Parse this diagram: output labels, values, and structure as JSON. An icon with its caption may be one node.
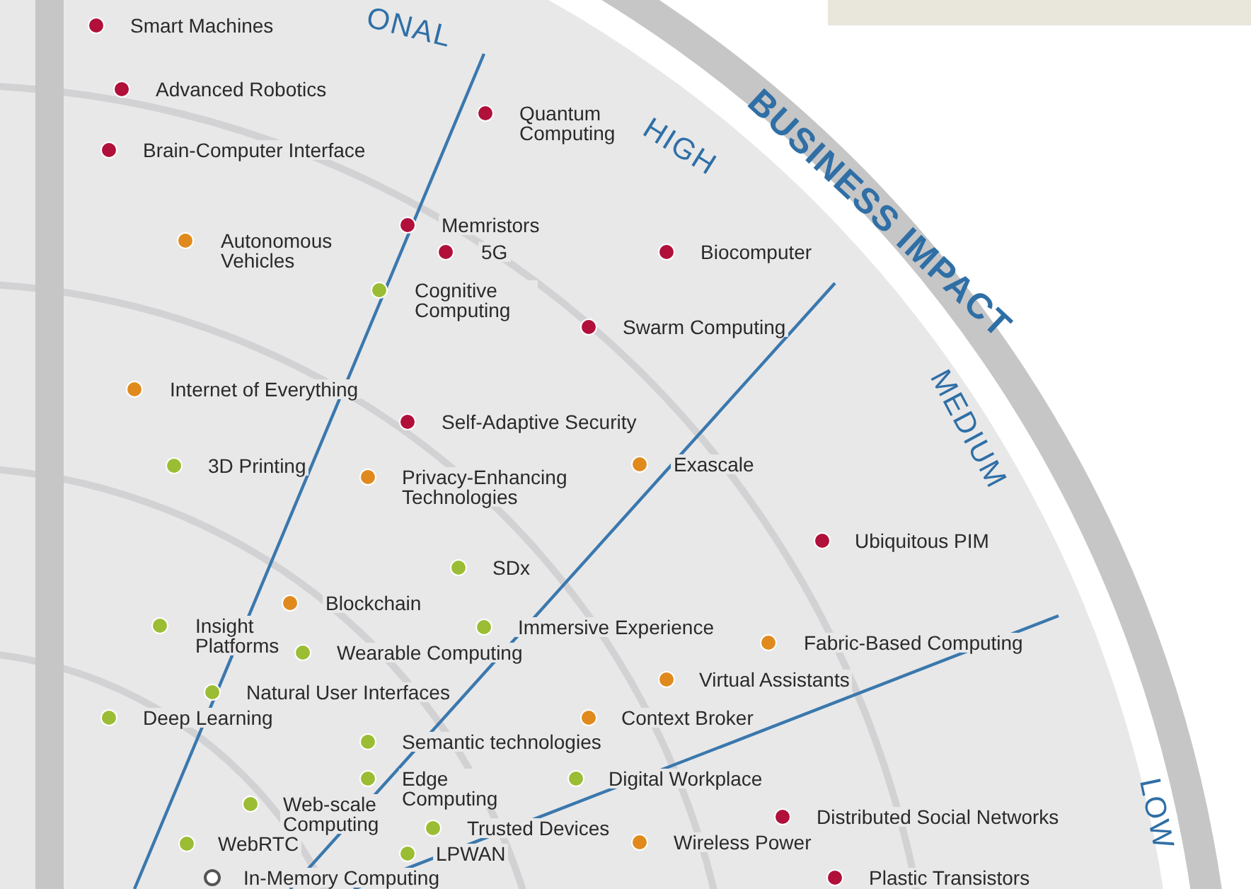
{
  "diagram": {
    "labels": [
      "ONAL",
      "Smart Machines",
      "Advanced Robotics",
      "Quantum Computing",
      "HIGH",
      "BUSINESS IMPACT",
      "Brain-Computer Interface",
      "Memristors",
      "Autonomous Vehicles",
      "5G",
      "Biocomputer",
      "Cognitive Computing",
      "Swarm Computing",
      "Internet of Everything",
      "Self-Adaptive Security",
      "MEDIUM",
      "3D Printing",
      "Privacy-Enhancing Technologies",
      "Exascale",
      "Ubiquitous PIM",
      "SDx",
      "Blockchain",
      "Insight Platforms",
      "Immersive Experience",
      "Fabric-Based Computing",
      "Wearable Computing",
      "Virtual Assistants",
      "Natural User Interfaces",
      "Deep Learning",
      "Context Broker",
      "Semantic technologies",
      "Edge Computing",
      "Digital Workplace",
      "Web-scale Computing",
      "Distributed Social Networks",
      "Trusted Devices",
      "LOW",
      "WebRTC",
      "Wireless Power",
      "LPWAN",
      "In-Memory Computing",
      "Plastic Transistors"
    ]
  }
}
